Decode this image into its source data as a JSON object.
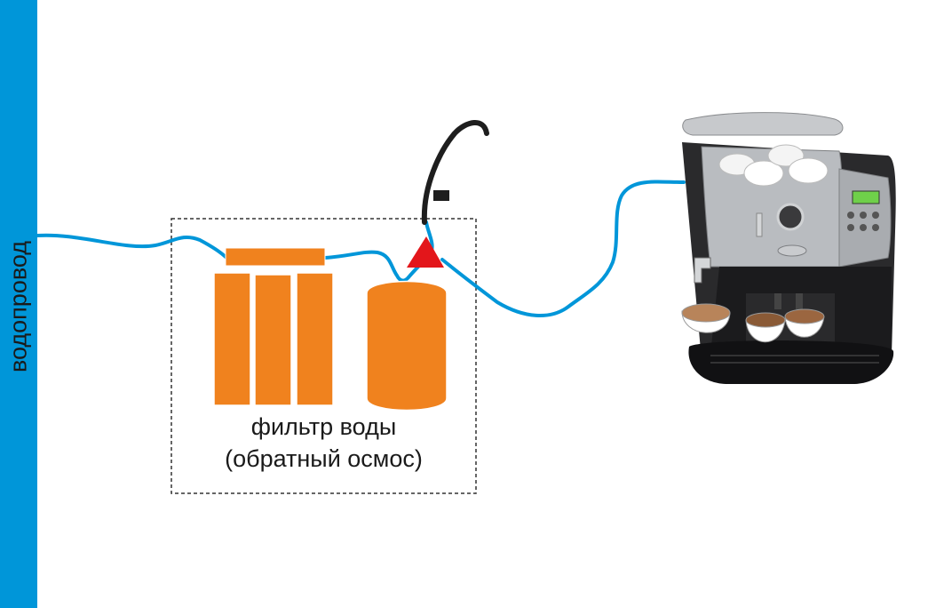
{
  "labels": {
    "water_supply": "водопровод",
    "filter_line1": "фильтр воды",
    "filter_line2": "(обратный осмос)"
  },
  "colors": {
    "pipe": "#0096d9",
    "filter": "#f0821e",
    "valve": "#e3161b",
    "faucet": "#1e1e1e"
  },
  "icons": {
    "faucet": "faucet-icon",
    "valve": "valve-icon",
    "coffee_machine": "coffee-machine-icon"
  }
}
